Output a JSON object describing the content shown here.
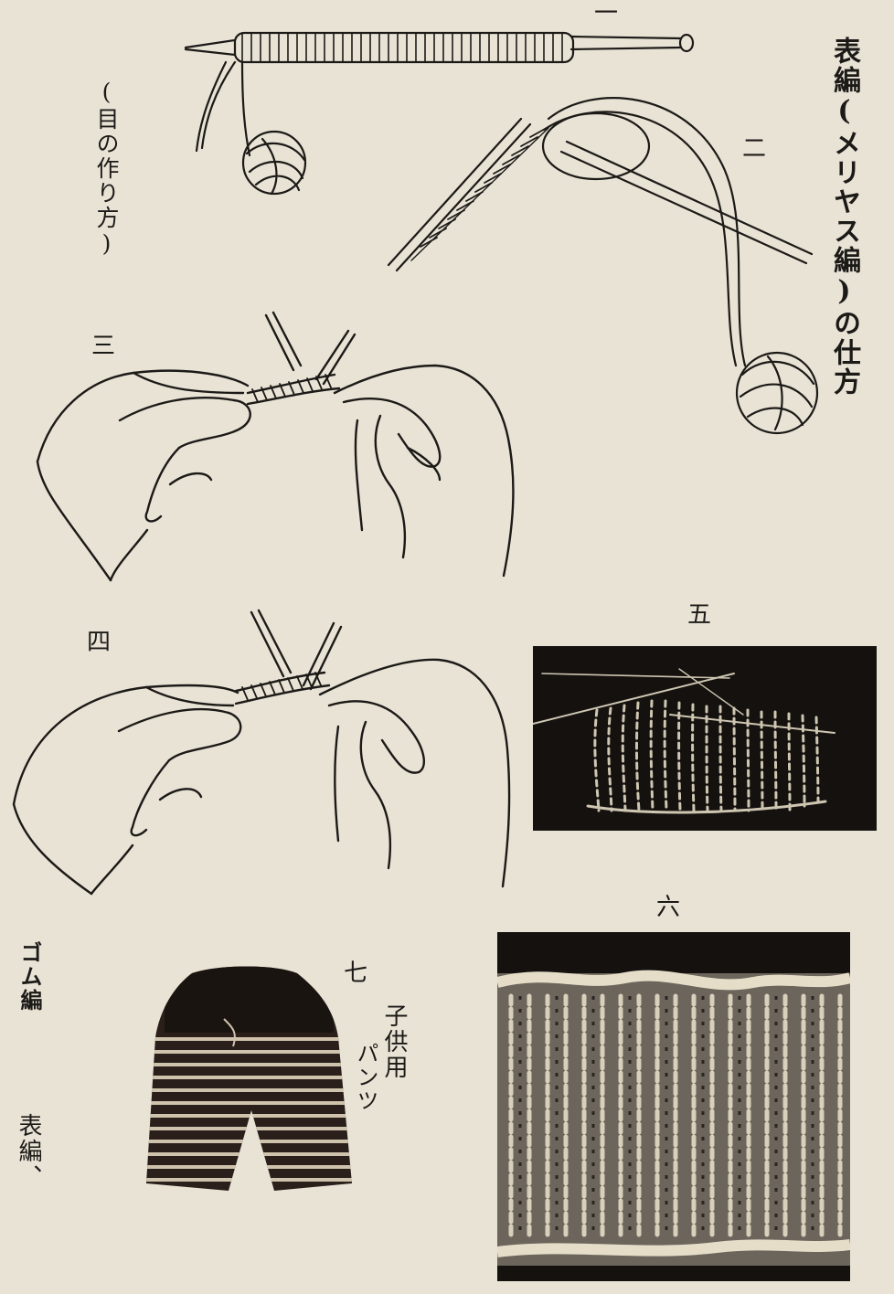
{
  "page_title": "表編(メリヤス編)の仕方",
  "caption_cast_on": "(目の作り方)",
  "figure_numbers": {
    "one": "一",
    "two": "二",
    "three": "三",
    "four": "四",
    "five": "五",
    "six": "六",
    "seven": "七"
  },
  "caption_seven_line1": "子供用",
  "caption_seven_line2": "パンツ",
  "caption_rib": "ゴム編",
  "caption_stockinette": "表編、"
}
